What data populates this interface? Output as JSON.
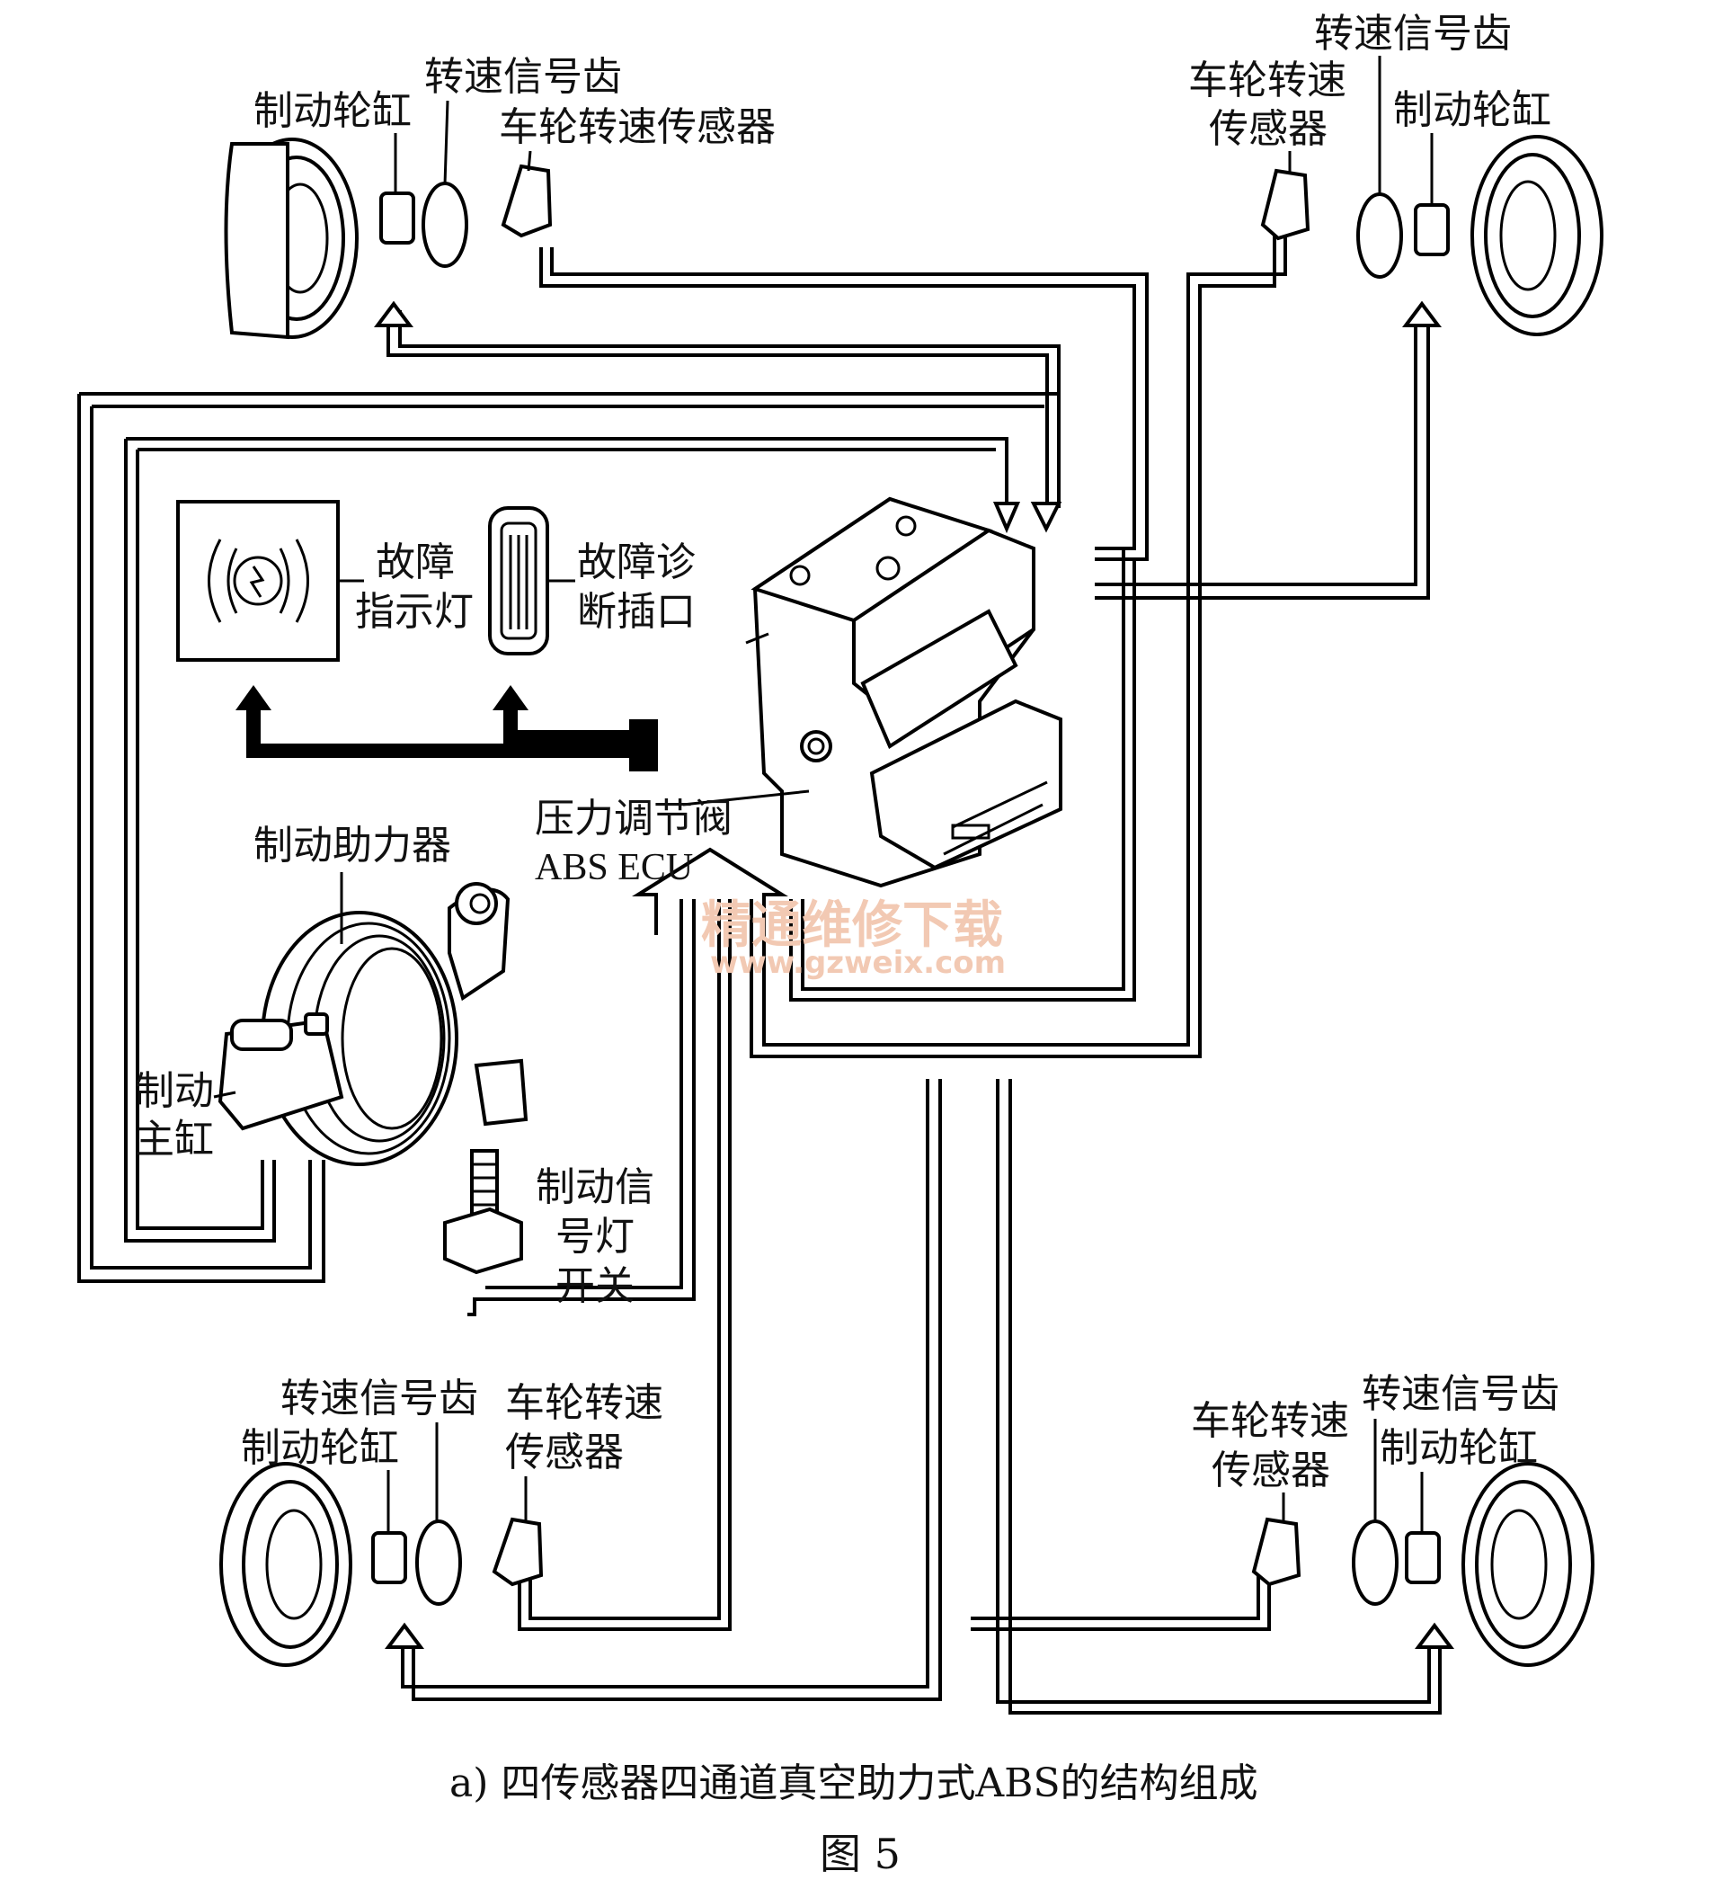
{
  "labels": {
    "fl_cylinder": "制动轮缸",
    "fl_ring": "转速信号齿",
    "fl_sensor": "车轮转速传感器",
    "fr_ring": "转速信号齿",
    "fr_sensor_1": "车轮转速",
    "fr_sensor_2": "传感器",
    "fr_cylinder": "制动轮缸",
    "warn_1": "故障",
    "warn_2": "指示灯",
    "diag_1": "故障诊",
    "diag_2": "断插口",
    "modulator": "压力调节阀",
    "abs_ecu": "ABS ECU",
    "booster": "制动助力器",
    "master_1": "制动",
    "master_2": "主缸",
    "switch_1": "制动信",
    "switch_2": "号灯",
    "switch_3": "开关",
    "rl_ring": "转速信号齿",
    "rl_cylinder": "制动轮缸",
    "rl_sensor_1": "车轮转速",
    "rl_sensor_2": "传感器",
    "rr_sensor_1": "车轮转速",
    "rr_sensor_2": "传感器",
    "rr_ring": "转速信号齿",
    "rr_cylinder": "制动轮缸"
  },
  "watermark": {
    "cn": "精通维修下载",
    "url": "www.gzweix.com"
  },
  "caption": "a) 四传感器四通道真空助力式ABS的结构组成",
  "figure_label": "图  5"
}
